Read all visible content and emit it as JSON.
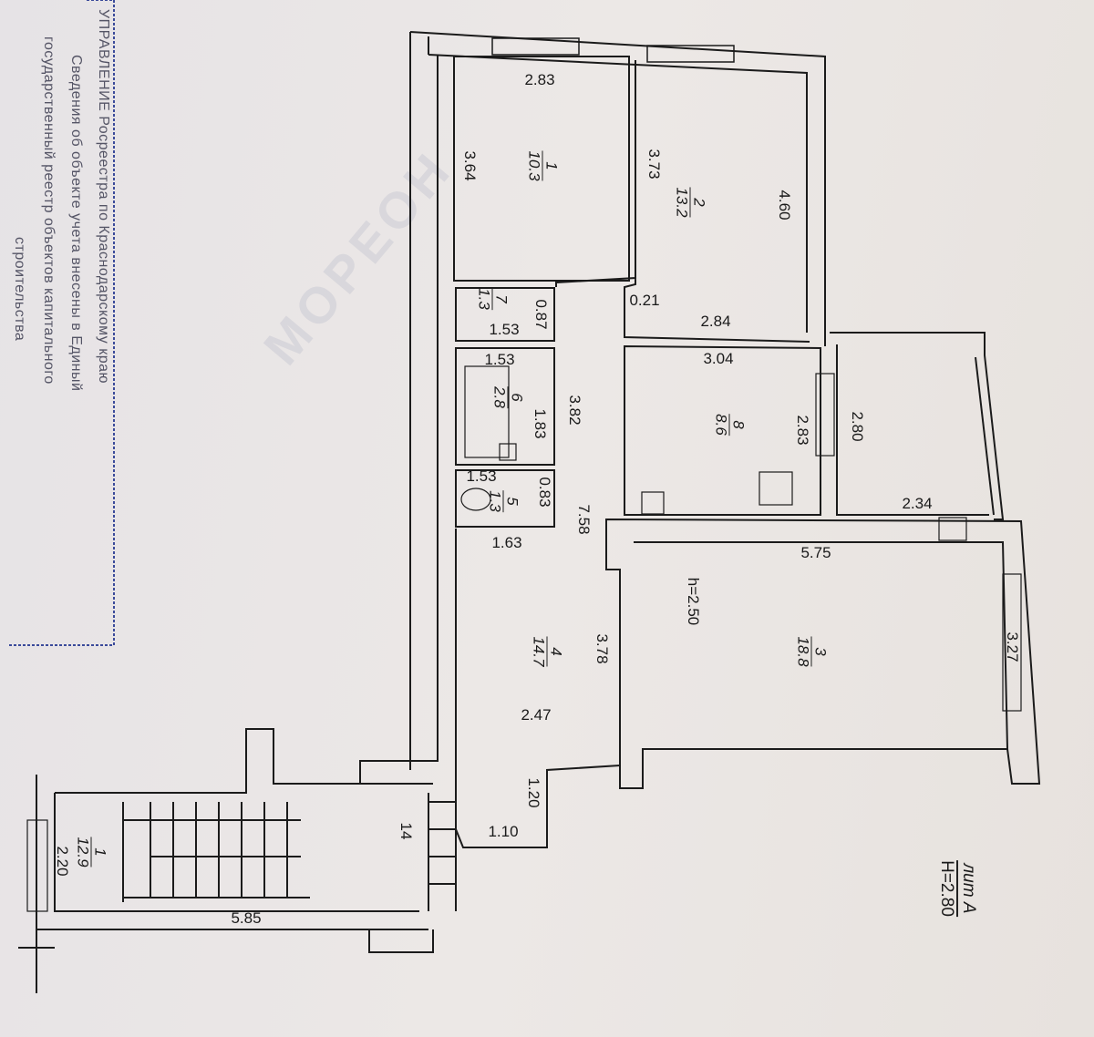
{
  "stamp": {
    "lines": [
      "УПРАВЛЕНИЕ Росреестра по Краснодарскому краю",
      "Сведения об объекте учета внесены в Единый",
      "государственный реестр объектов капитального",
      "строительства"
    ]
  },
  "watermark": "МОРЕОН",
  "rooms": [
    {
      "num": "1",
      "area": "10.3"
    },
    {
      "num": "2",
      "area": "13.2"
    },
    {
      "num": "3",
      "area": "18.8"
    },
    {
      "num": "4",
      "area": "14.7"
    },
    {
      "num": "5",
      "area": "1.3"
    },
    {
      "num": "6",
      "area": "2.8"
    },
    {
      "num": "7",
      "area": "1.3"
    },
    {
      "num": "8",
      "area": "8.6"
    },
    {
      "num": "1",
      "area": "12.9"
    }
  ],
  "dims": [
    "2.83",
    "3.64",
    "3.73",
    "4.60",
    "0.87",
    "1.53",
    "0.21",
    "2.84",
    "3.04",
    "1.53",
    "1.83",
    "3.82",
    "2.83",
    "2.80",
    "1.53",
    "0.83",
    "7.58",
    "1.63",
    "2.34",
    "5.75",
    "h=2.50",
    "3.78",
    "3.27",
    "2.47",
    "1.20",
    "14",
    "1.10",
    "2.20",
    "5.85"
  ],
  "legend": {
    "lit": "лит А",
    "height": "H=2.80"
  }
}
